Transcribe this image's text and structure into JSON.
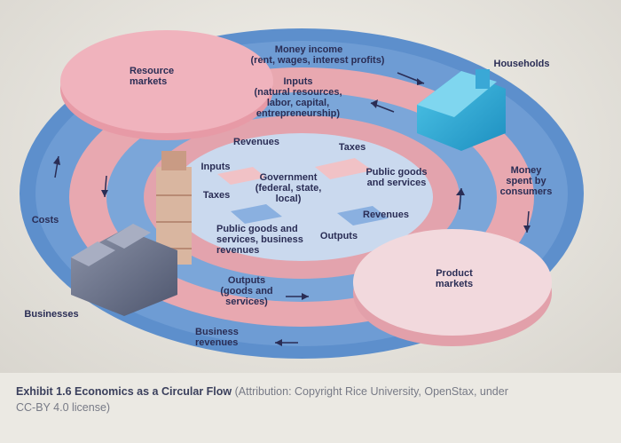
{
  "labels": {
    "money_income": "Money income",
    "money_income_detail": "(rent, wages, interest profits)",
    "households": "Households",
    "resource_markets": "Resource\nmarkets",
    "inputs_top": "Inputs\n(natural resources,\nlabor, capital,\nentrepreneurship)",
    "revenues_top": "Revenues",
    "taxes_top": "Taxes",
    "inputs_left": "Inputs",
    "government": "Government\n(federal, state,\nlocal)",
    "taxes_left": "Taxes",
    "public_goods_services": "Public goods\nand services",
    "money_spent": "Money\nspent by\nconsumers",
    "costs": "Costs",
    "revenues_right": "Revenues",
    "public_goods_business": "Public goods and\nservices, business\nrevenues",
    "outputs_mid": "Outputs",
    "outputs_goods": "Outputs\n(goods and\nservices)",
    "product_markets": "Product\nmarkets",
    "businesses": "Businesses",
    "business_revenues": "Business\nrevenues"
  },
  "caption": {
    "title": "Exhibit 1.6 Economics as a Circular Flow",
    "attribution": "(Attribution: Copyright Rice University, OpenStax, under CC-BY 4.0 license)"
  },
  "colors": {
    "outer_ring": "#5d8fcc",
    "pink_ring": "#e8a8b0",
    "inner_blue": "#7ba6d9",
    "center": "#cad9ee",
    "text": "#2a2d55"
  }
}
